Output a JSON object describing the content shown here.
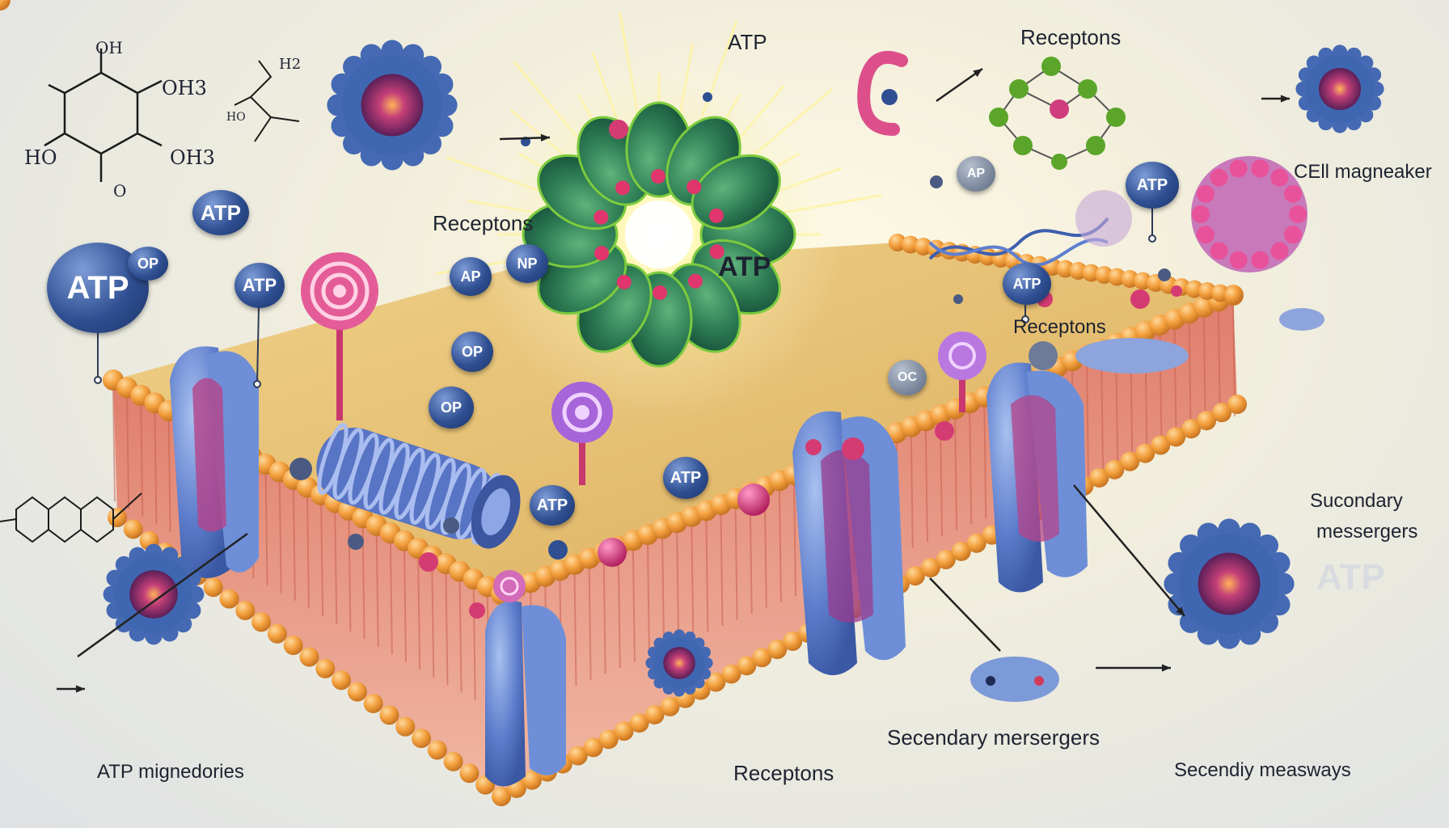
{
  "labels": {
    "top_atp": "ATP",
    "receptors_top": "Receptons",
    "receptors_left": "Receptons",
    "receptors_mid": "Receptons",
    "receptors_bottom": "Receptons",
    "cell_label": "CEll magneaker",
    "secondary_right_line1": "Sucondary",
    "secondary_right_line2": "messergers",
    "faded_atp": "ATP",
    "secondary_bottom": "Secendary mersergers",
    "atp_bottom_left": "ATP mignedories",
    "pathways_bottom_right": "Secendiy measways",
    "center_atp": "ATP"
  },
  "molecule_labels": {
    "oh_top": "OH",
    "oh3": "OH3",
    "ho": "HO",
    "oh_right": "OH3",
    "o_bottom": "O",
    "h2": "H2",
    "hz": "HO"
  },
  "badges": [
    {
      "text": "ATP",
      "style": "blue"
    },
    {
      "text": "ATP",
      "style": "blue"
    },
    {
      "text": "OP",
      "style": "blue"
    },
    {
      "text": "ATP",
      "style": "blue"
    },
    {
      "text": "AP",
      "style": "blue"
    },
    {
      "text": "NP",
      "style": "blue"
    },
    {
      "text": "OP",
      "style": "blue"
    },
    {
      "text": "OP",
      "style": "blue"
    },
    {
      "text": "ATP",
      "style": "blue"
    },
    {
      "text": "ATP",
      "style": "blue"
    },
    {
      "text": "AP",
      "style": "grey"
    },
    {
      "text": "ATP",
      "style": "blue"
    },
    {
      "text": "ATP",
      "style": "blue"
    },
    {
      "text": "OC",
      "style": "grey"
    }
  ],
  "colors": {
    "membrane_top": "#e7c173",
    "lipid_head": "#f3a03e",
    "lipid_tail": "#e58d78",
    "channel_protein": "#6f8fd6",
    "atp_core": "#3d9a58",
    "atp_glow": "#fff7a8",
    "virus_body": "#3f67b1",
    "virus_core": "#b2357a"
  }
}
